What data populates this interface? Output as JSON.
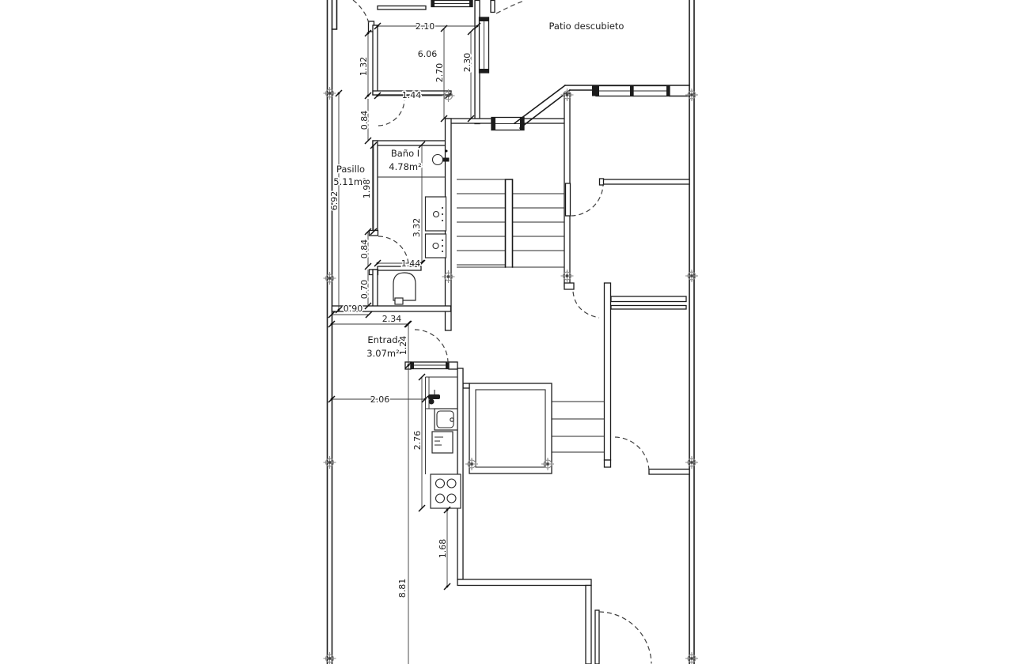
{
  "drawing_type": "floor-plan",
  "colors": {
    "line": "#1c1c1c",
    "dimension": "#3a3a3a",
    "marker": "#8f8f8f",
    "background": "#ffffff"
  },
  "rooms": {
    "patio": {
      "label": "Patio descubieto"
    },
    "pasillo": {
      "label": "Pasillo",
      "area": "5.11m²"
    },
    "bano": {
      "label": "Baño I",
      "area": "4.78m²"
    },
    "entrada": {
      "label": "Entrada",
      "area": "3.07m²"
    }
  },
  "dims": {
    "top_width": "2.10",
    "room_area_top": "6.06",
    "room_height": "2.70",
    "window_height": "2.30",
    "closet_width": "1.44",
    "wall_seg_upper": "1.32",
    "door_gap_upper": "0.84",
    "pasillo_length": "6.92",
    "bano_wall": "1.98",
    "bano_length": "3.32",
    "bano_door": "0.84",
    "wc_width": "1.44",
    "wc_depth": "0.70",
    "entry_seg": "0.90",
    "entrada_width": "2.34",
    "entrada_depth": "1.24",
    "kitchen_offset": "2.06",
    "kitchen_run": "2.76",
    "stove_seg": "1.68",
    "salon_length": "8.81"
  },
  "icons": {
    "wall_sink": "round wall-hung basin",
    "vanity": "two rectangular basins",
    "toilet": "toilet bowl",
    "kitchen_faucet": "sink tap",
    "oven": "built-in oven",
    "stove": "4-burner hob",
    "stairs": "double-flight staircase",
    "door_swing": "dashed quarter-arc",
    "survey_marker": "circle-cross datum"
  }
}
